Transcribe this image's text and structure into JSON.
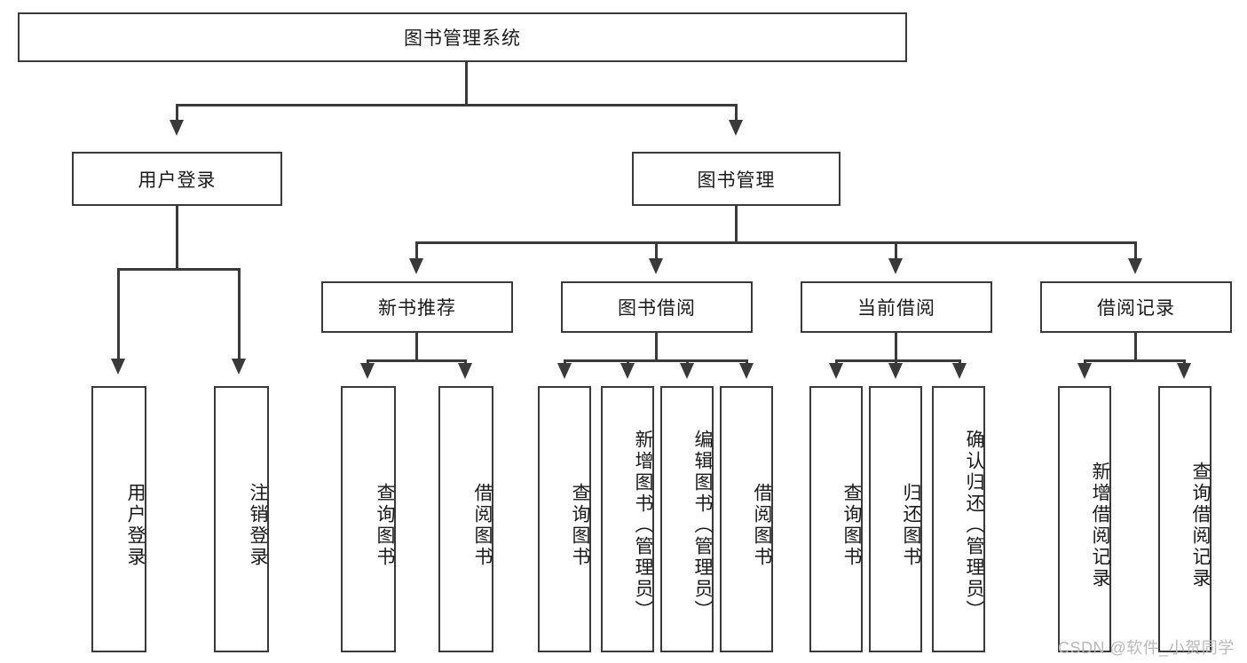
{
  "diagram": {
    "type": "tree-hierarchy-flowchart",
    "title": "图书管理系统",
    "root": {
      "id": "root",
      "label": "图书管理系统"
    },
    "level2": [
      {
        "id": "user-login",
        "label": "用户登录"
      },
      {
        "id": "book-manage",
        "label": "图书管理"
      }
    ],
    "level3": [
      {
        "id": "new-book-rec",
        "label": "新书推荐",
        "parent": "book-manage"
      },
      {
        "id": "book-borrow",
        "label": "图书借阅",
        "parent": "book-manage"
      },
      {
        "id": "current-borrow",
        "label": "当前借阅",
        "parent": "book-manage"
      },
      {
        "id": "borrow-record",
        "label": "借阅记录",
        "parent": "book-manage"
      }
    ],
    "leaves": {
      "user_login": [
        {
          "id": "leaf-user-login",
          "label": "用户登录"
        },
        {
          "id": "leaf-logout",
          "label": "注销登录"
        }
      ],
      "new_book_rec": [
        {
          "id": "leaf-query-book-1",
          "label": "查询图书"
        },
        {
          "id": "leaf-borrow-book-1",
          "label": "借阅图书"
        }
      ],
      "book_borrow": [
        {
          "id": "leaf-query-book-2",
          "label": "查询图书"
        },
        {
          "id": "leaf-add-book",
          "label": "新增图书（管理员）"
        },
        {
          "id": "leaf-edit-book",
          "label": "编辑图书（管理员）"
        },
        {
          "id": "leaf-borrow-book-2",
          "label": "借阅图书"
        }
      ],
      "current_borrow": [
        {
          "id": "leaf-query-book-3",
          "label": "查询图书"
        },
        {
          "id": "leaf-return-book",
          "label": "归还图书"
        },
        {
          "id": "leaf-confirm-return",
          "label": "确认归还（管理员）"
        }
      ],
      "borrow_record": [
        {
          "id": "leaf-add-record",
          "label": "新增借阅记录"
        },
        {
          "id": "leaf-query-record",
          "label": "查询借阅记录"
        }
      ]
    }
  },
  "watermark": {
    "text": "CSDN @软件_小贺同学"
  },
  "colors": {
    "stroke": "#3a3a3a",
    "background": "#ffffff",
    "text": "#1a1a1a",
    "watermark": "#b9b9b9"
  }
}
